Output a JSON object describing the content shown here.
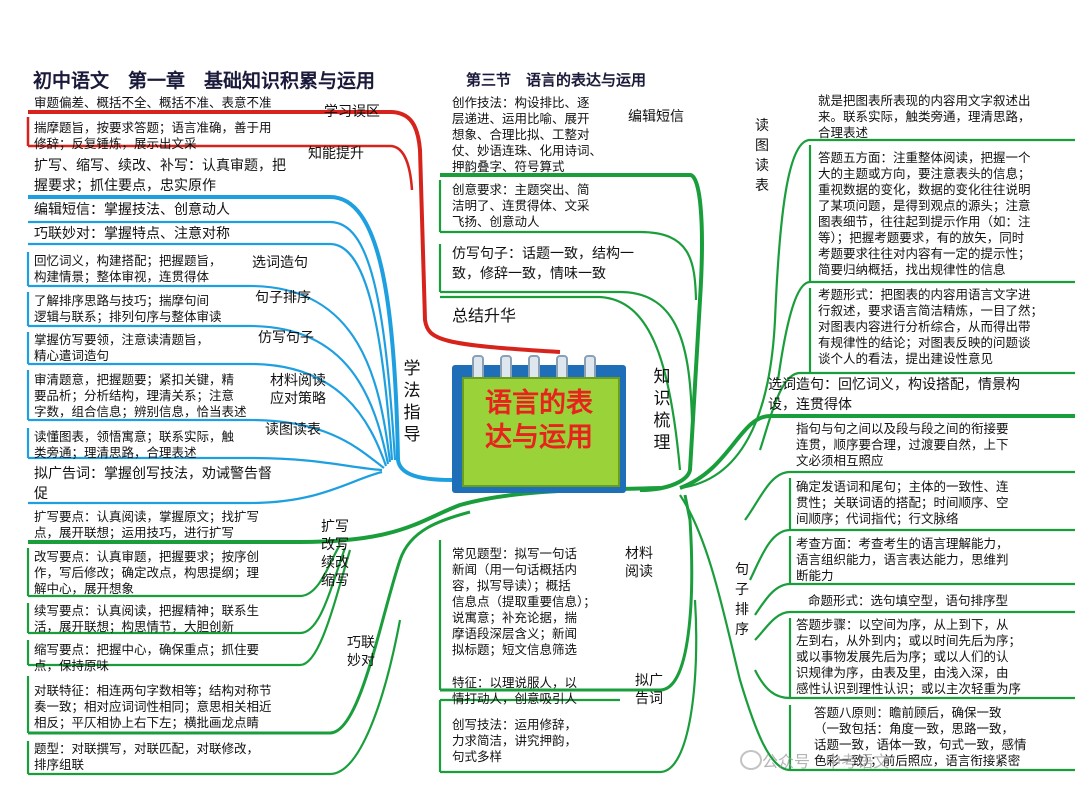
{
  "title": {
    "main": "初中语文　第一章　基础知识积累与运用",
    "section": "第三节　语言的表达与运用"
  },
  "center": {
    "line1": "语言的表",
    "line2": "达与运用"
  },
  "left": {
    "xfzd": "学法指导",
    "xuexi_wuqu": "学习误区",
    "wuqu_text": "审题偏差、概括不全、概括不准、表意不准",
    "zhineng_tisheng": "知能提升",
    "tisheng_text1": "揣摩题旨，按要求答题；语言准确，善于用",
    "tisheng_text2": "修辞；反复锤炼，展示出文采",
    "expand": "扩写、缩写、续改、补写：认真审题，把握要求；抓住要点，忠实原作",
    "short_msg": "编辑短信：掌握技法、创意动人",
    "couplet": "巧联妙对：掌握特点、注意对称",
    "xuanci": "选词造句",
    "xuanci_text1": "回忆词义，构建搭配；把握题旨，",
    "xuanci_text2": "构建情景；整体审视，连贯得体",
    "paixu": "句子排序",
    "paixu_text1": "了解排序思路与技巧；揣摩句间",
    "paixu_text2": "逻辑与联系；排列句序与整体审读",
    "fangxie": "仿写句子",
    "fangxie_text1": "掌握仿写要领，注意读清题旨，",
    "fangxie_text2": "精心遣词造句",
    "cailiao": "材料阅读",
    "cailiao2": "应对策略",
    "cailiao_text1": "审清题意，把握题要；紧扣关键，精",
    "cailiao_text2": "要品析；分析结构，理清关系；注意",
    "cailiao_text3": "字数，组合信息；辨别信息，恰当表述",
    "dutu": "读图读表",
    "dutu_text1": "读懂图表，领悟寓意；联系实际，触",
    "dutu_text2": "类旁通；理清思路，合理表述",
    "niguang": "拟广告词：掌握创写技法，劝诫警告督促",
    "kuoxie_v": "扩写改写续改缩写",
    "kuoxie_text1": "扩写要点：认真阅读，掌握原文；找扩写",
    "kuoxie_text2": "点，展开联想；运用技巧，进行扩写",
    "gaixie_text1": "改写要点：认真审题，把握要求；按序创",
    "gaixie_text2": "作，写后修改；确定改点，构思提纲；理",
    "gaixie_text3": "解中心，展开想象",
    "xuxie_text1": "续写要点：认真阅读，把握精神；联系生",
    "xuxie_text2": "活，展开联想；构思情节，大胆创新",
    "suoxie_text1": "缩写要点：把握中心，确保重点；抓住要",
    "suoxie_text2": "点，保持原味",
    "qiaolian_v": "巧联妙对",
    "duilian_text1": "对联特征：相连两句字数相等；结构对称节",
    "duilian_text2": "奏一致；相对应词词性相同；意思相关相近",
    "duilian_text3": "相反；平仄相协上右下左；横批画龙点睛",
    "tixing_text1": "题型：对联撰写，对联匹配，对联修改，",
    "tixing_text2": "排序组联"
  },
  "middle": {
    "bianji": "编辑短信",
    "chuangzuo1": "创作技法：构设排比、逐",
    "chuangzuo2": "层递进、运用比喻、展开",
    "chuangzuo3": "想象、合理比拟、工整对",
    "chuangzuo4": "仗、妙语连珠、化用诗词、",
    "chuangzuo5": "押韵叠字、符号算式",
    "chuangyi1": "创意要求：主题突出、简",
    "chuangyi2": "洁明了、连贯得体、文采",
    "chuangyi3": "飞扬、创意动人",
    "fangxie1": "仿写句子：话题一致，结构一",
    "fangxie2": "致，修辞一致，情味一致",
    "zongjie": "总结升华",
    "cailiao_v": "材料阅读",
    "changjian1": "常见题型：拟写一句话",
    "changjian2": "新闻（用一句话概括内",
    "changjian3": "容，拟写导读）；概括",
    "changjian4": "信息点（提取重要信息）；",
    "changjian5": "说寓意；补充论据，揣",
    "changjian6": "摩语段深层含义；新闻",
    "changjian7": "拟标题；短文信息筛选",
    "niguang_v": "拟广告词",
    "tezheng1": "特征：以理说服人，以",
    "tezheng2": "情打动人，创意吸引人",
    "chuangxie1": "创写技法：运用修辞，",
    "chuangxie2": "力求简洁，讲究押韵，",
    "chuangxie3": "句式多样"
  },
  "right": {
    "zhishi_v": "知识梳理",
    "dutu_v": "读图读表",
    "dt1a": "就是把图表所表现的内容用文字叙述出",
    "dt1b": "来。联系实际，触类旁通，理清思路，",
    "dt1c": "合理表述",
    "dt2a": "答题五方面：注重整体阅读，把握一个",
    "dt2b": "大的主题或方向，要注意表头的信息；",
    "dt2c": "重视数据的变化，数据的变化往往说明",
    "dt2d": "了某项问题，是得到观点的源头；注意",
    "dt2e": "图表细节，往往起到提示作用（如：注",
    "dt2f": "等）；把握考题要求，有的放矢，同时",
    "dt2g": "考题要求往往对内容有一定的提示性；",
    "dt2h": "简要归纳概括，找出规律性的信息",
    "dt3a": "考题形式：把图表的内容用语言文字进",
    "dt3b": "行叙述，要求语言简洁精炼，一目了然；",
    "dt3c": "对图表内容进行分析综合，从而得出带",
    "dt3d": "有规律性的结论；对图表反映的问题谈",
    "dt3e": "谈个人的看法，提出建设性意见",
    "xuanci1": "选词造句：回忆词义，构设搭配，情景构",
    "xuanci2": "设，连贯得体",
    "paixu_v": "句子排序",
    "px1a": "指句与句之间以及段与段之间的衔接要",
    "px1b": "连贯，顺序要合理，过渡要自然，上下",
    "px1c": "文必须相互照应",
    "px2a": "确定发语词和尾句；主体的一致性、连",
    "px2b": "贯性；关联词语的搭配；时间顺序、空",
    "px2c": "间顺序；代词指代；行文脉络",
    "px3a": "考查方面：考查考生的语言理解能力，",
    "px3b": "语言组织能力，语言表达能力，思维判",
    "px3c": "断能力",
    "px4": "命题形式：选句填空型，语句排序型",
    "px5a": "答题步骤：以空间为序，从上到下，从",
    "px5b": "左到右，从外到内；或以时间先后为序；",
    "px5c": "或以事物发展先后为序；或以人们的认",
    "px5d": "识规律为序，由表及里，由浅入深，由",
    "px5e": "感性认识到理性认识；或以主次轻重为序",
    "px6a": "答题八原则：瞻前顾后，确保一致",
    "px6b": "（一致包括：角度一致，思路一致，",
    "px6c": "话题一致，语体一致，句式一致，感情",
    "px6d": "色彩一致）；前后照应，语言衔接紧密"
  },
  "watermark": "公众号 · 中考语文",
  "colors": {
    "red": "#d6231c",
    "blue": "#1ea0e0",
    "green": "#1a9e3c",
    "title": "#1a1a3a",
    "hub_blue": "#1f6fb8",
    "hub_green": "#9ad23a",
    "hub_text": "#e8231e"
  }
}
